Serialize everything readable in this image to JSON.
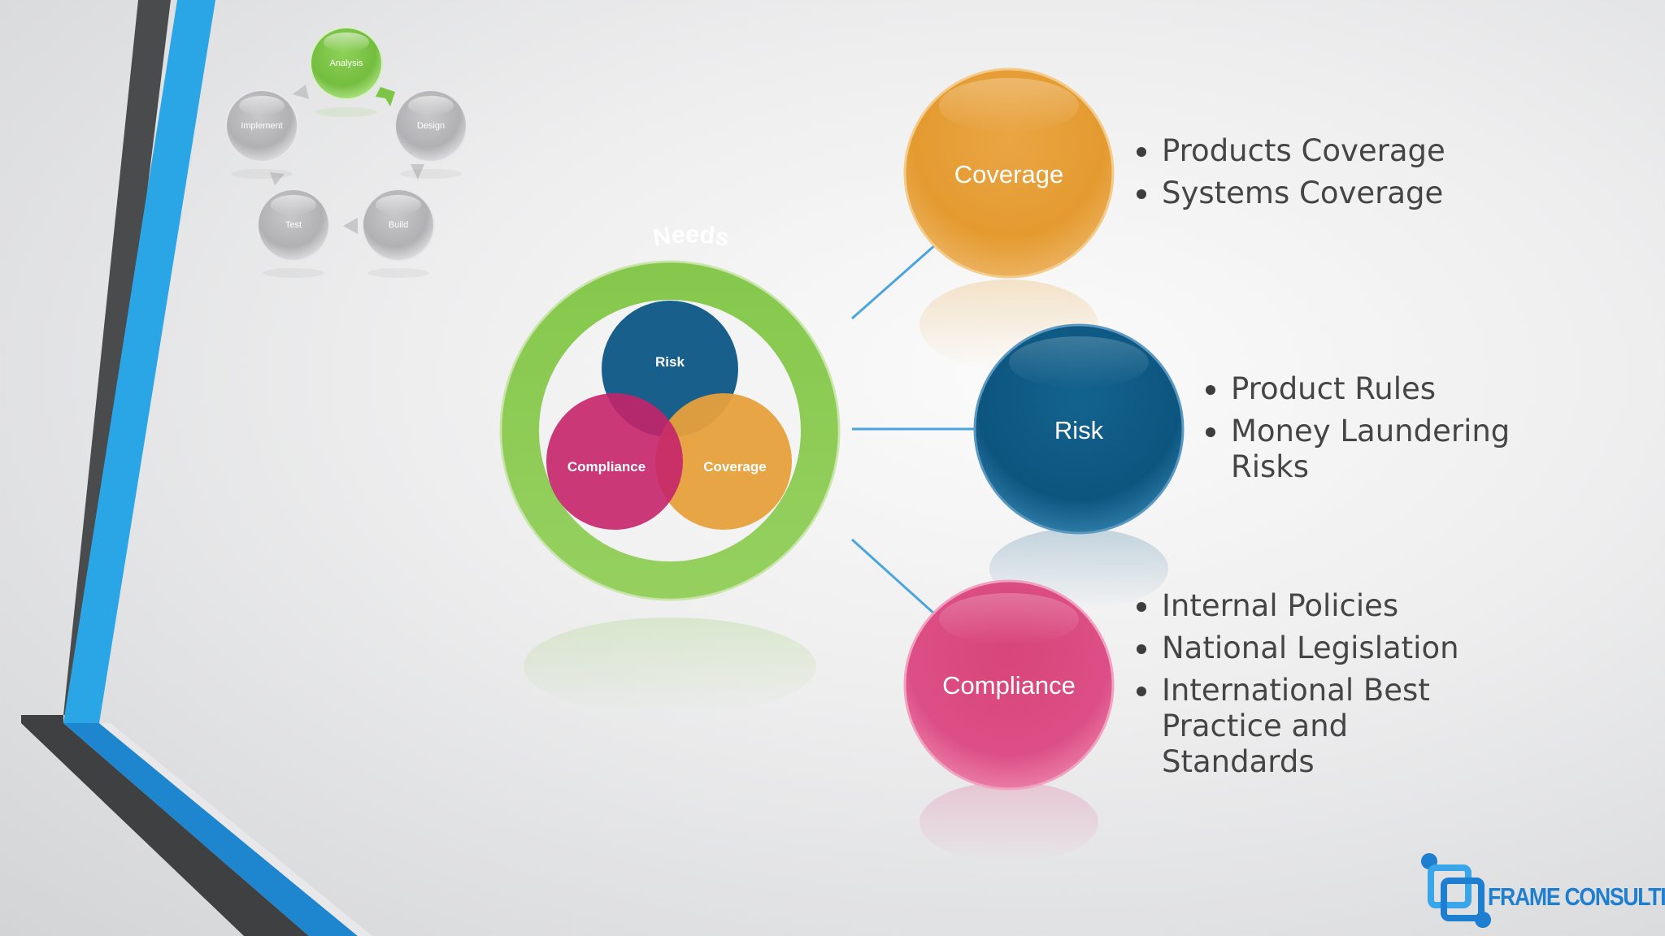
{
  "cycle": {
    "steps": [
      {
        "label": "Analysis",
        "state": "active"
      },
      {
        "label": "Design",
        "state": "inactive"
      },
      {
        "label": "Build",
        "state": "inactive"
      },
      {
        "label": "Test",
        "state": "inactive"
      },
      {
        "label": "Implement",
        "state": "inactive"
      }
    ]
  },
  "needs": {
    "title": "Needs",
    "inner": [
      "Risk",
      "Compliance",
      "Coverage"
    ]
  },
  "topics": [
    {
      "label": "Coverage",
      "color": "#e9a23c",
      "bullets": [
        "Products Coverage",
        "Systems Coverage"
      ]
    },
    {
      "label": "Risk",
      "color": "#0f5a86",
      "bullets": [
        "Product Rules",
        "Money Laundering Risks"
      ]
    },
    {
      "label": "Compliance",
      "color": "#d9467f",
      "bullets": [
        "Internal Policies",
        "National Legislation",
        "International Best Practice and Standards"
      ]
    }
  ],
  "logo": {
    "text": "FRAME CONSULTING"
  },
  "colors": {
    "accent_blue": "#2aa5e6",
    "dark_stripe": "#4a4b4d",
    "needs_ring": "#8bc952",
    "cycle_active": "#7cc545",
    "cycle_inactive": "#b9b9bb"
  }
}
